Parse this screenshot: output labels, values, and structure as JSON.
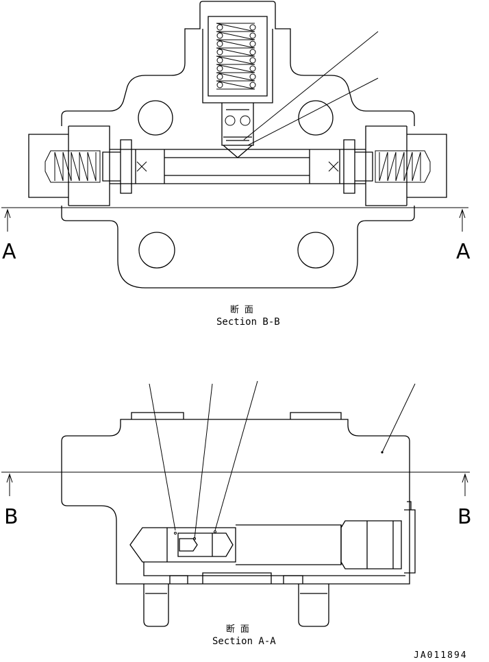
{
  "section_bb": {
    "jp": "断 面",
    "caption": "Section B-B"
  },
  "section_aa": {
    "jp": "断 面",
    "caption": "Section A-A"
  },
  "cut_a": {
    "left": "A",
    "right": "A"
  },
  "cut_b": {
    "left": "B",
    "right": "B"
  },
  "drawing_id": "JA011894"
}
